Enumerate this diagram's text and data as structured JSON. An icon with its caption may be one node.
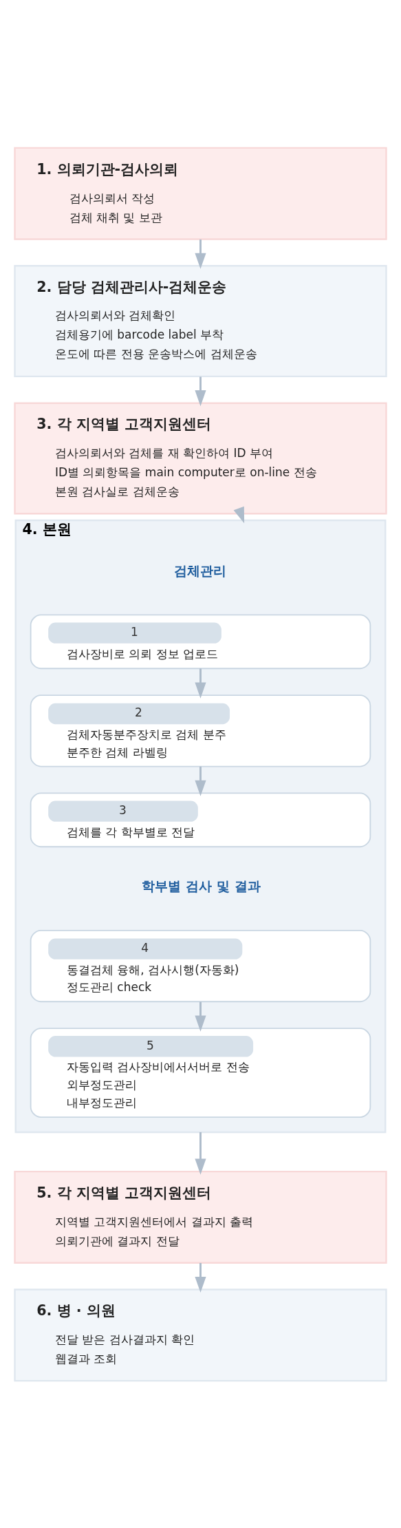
{
  "diagram": {
    "nodes": [
      {
        "text": [
          "1. 의뢰기관-검사의뢰",
          "검사의뢰서 작성",
          "검체 채취 및 보관"
        ]
      },
      {
        "text": [
          "2. 담당 검체관리사-검체운송",
          "검사의뢰서와 검체확인",
          "검체용기에 barcode label 부착",
          "온도에 따른 전용 운송박스에 검체운송"
        ]
      },
      {
        "text": [
          "3. 각 지역별 고객지원센터",
          "검사의뢰서와 검체를 재 확인하여 ID 부여",
          "ID별 의뢰항목을 main computer로 on-line 전송",
          "본원 검사실로 검체운송"
        ]
      },
      {
        "text": [
          "4. 본원"
        ]
      },
      {
        "text": [
          "1",
          "검사장비로 의뢰 정보 업로드"
        ],
        "in": 3
      },
      {
        "text": [
          "2",
          "검체자동분주장치로 검체 분주",
          "분주한 검체 라벨링"
        ],
        "in": 3
      },
      {
        "text": [
          "3",
          "검체를 각 학부별로 전달"
        ],
        "in": 3
      },
      {
        "text": [
          "4",
          "동결검체 융해, 검사시행(자동화)",
          "정도관리 check"
        ],
        "in": 3
      },
      {
        "text": [
          "5",
          "자동입력 검사장비에서서버로 전송",
          "외부정도관리",
          "내부정도관리"
        ],
        "in": 3
      },
      {
        "text": [
          "5. 각 지역별 고객지원센터",
          "지역별 고객지원센터에서 결과지 출력",
          "의뢰기관에 결과지 전달"
        ]
      },
      {
        "text": [
          "6. 병 · 의원",
          "전달 받은 검사결과지 확인",
          "웹결과 조회"
        ]
      }
    ],
    "edges": [
      {
        "from": 0,
        "to": 1,
        "arrow": "to"
      },
      {
        "from": 1,
        "to": 2,
        "arrow": "to"
      },
      {
        "from": 2,
        "to": 3,
        "arrow": "to"
      },
      {
        "from": 4,
        "to": 5,
        "arrow": "to"
      },
      {
        "from": 5,
        "to": 6,
        "arrow": "to"
      },
      {
        "from": 7,
        "to": 8,
        "arrow": "to"
      },
      {
        "from": 3,
        "to": 9,
        "arrow": "to"
      },
      {
        "from": 9,
        "to": 10,
        "arrow": "to"
      }
    ],
    "labels": [
      "검체관리",
      "학부별 검사 및 결과"
    ]
  }
}
